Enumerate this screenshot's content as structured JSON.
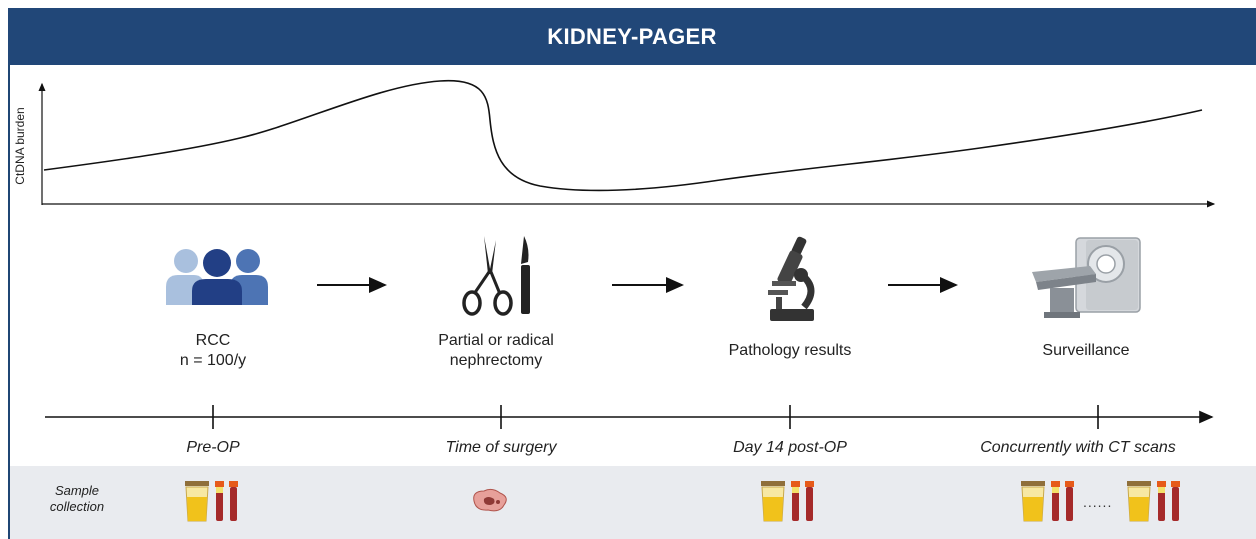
{
  "header": {
    "title": "KIDNEY-PAGER"
  },
  "chart": {
    "ylabel": "CtDNA burden"
  },
  "steps": [
    {
      "label": "RCC",
      "label2": "n = 100/y",
      "icon": "patients-group-icon"
    },
    {
      "label": "Partial or radical",
      "label2": "nephrectomy",
      "icon": "surgical-instruments-icon"
    },
    {
      "label": "Pathology results",
      "icon": "microscope-icon"
    },
    {
      "label": "Surveillance",
      "icon": "ct-scanner-icon"
    }
  ],
  "timeline": [
    "Pre-OP",
    "Time of surgery",
    "Day 14 post-OP",
    "Concurrently with CT scans"
  ],
  "collection": {
    "label": "Sample collection",
    "dots": "......",
    "items": [
      "urine-and-blood-samples-icon",
      "tissue-sample-icon",
      "urine-and-blood-samples-icon",
      "urine-and-blood-samples-icon"
    ]
  },
  "colors": {
    "header": "#214778",
    "person_light": "#a9c0de",
    "person_dark": "#223f85",
    "person_mid": "#4d74b4",
    "urine": "#f1c21b",
    "blood": "#a52a2a",
    "band": "#e9ebef"
  }
}
